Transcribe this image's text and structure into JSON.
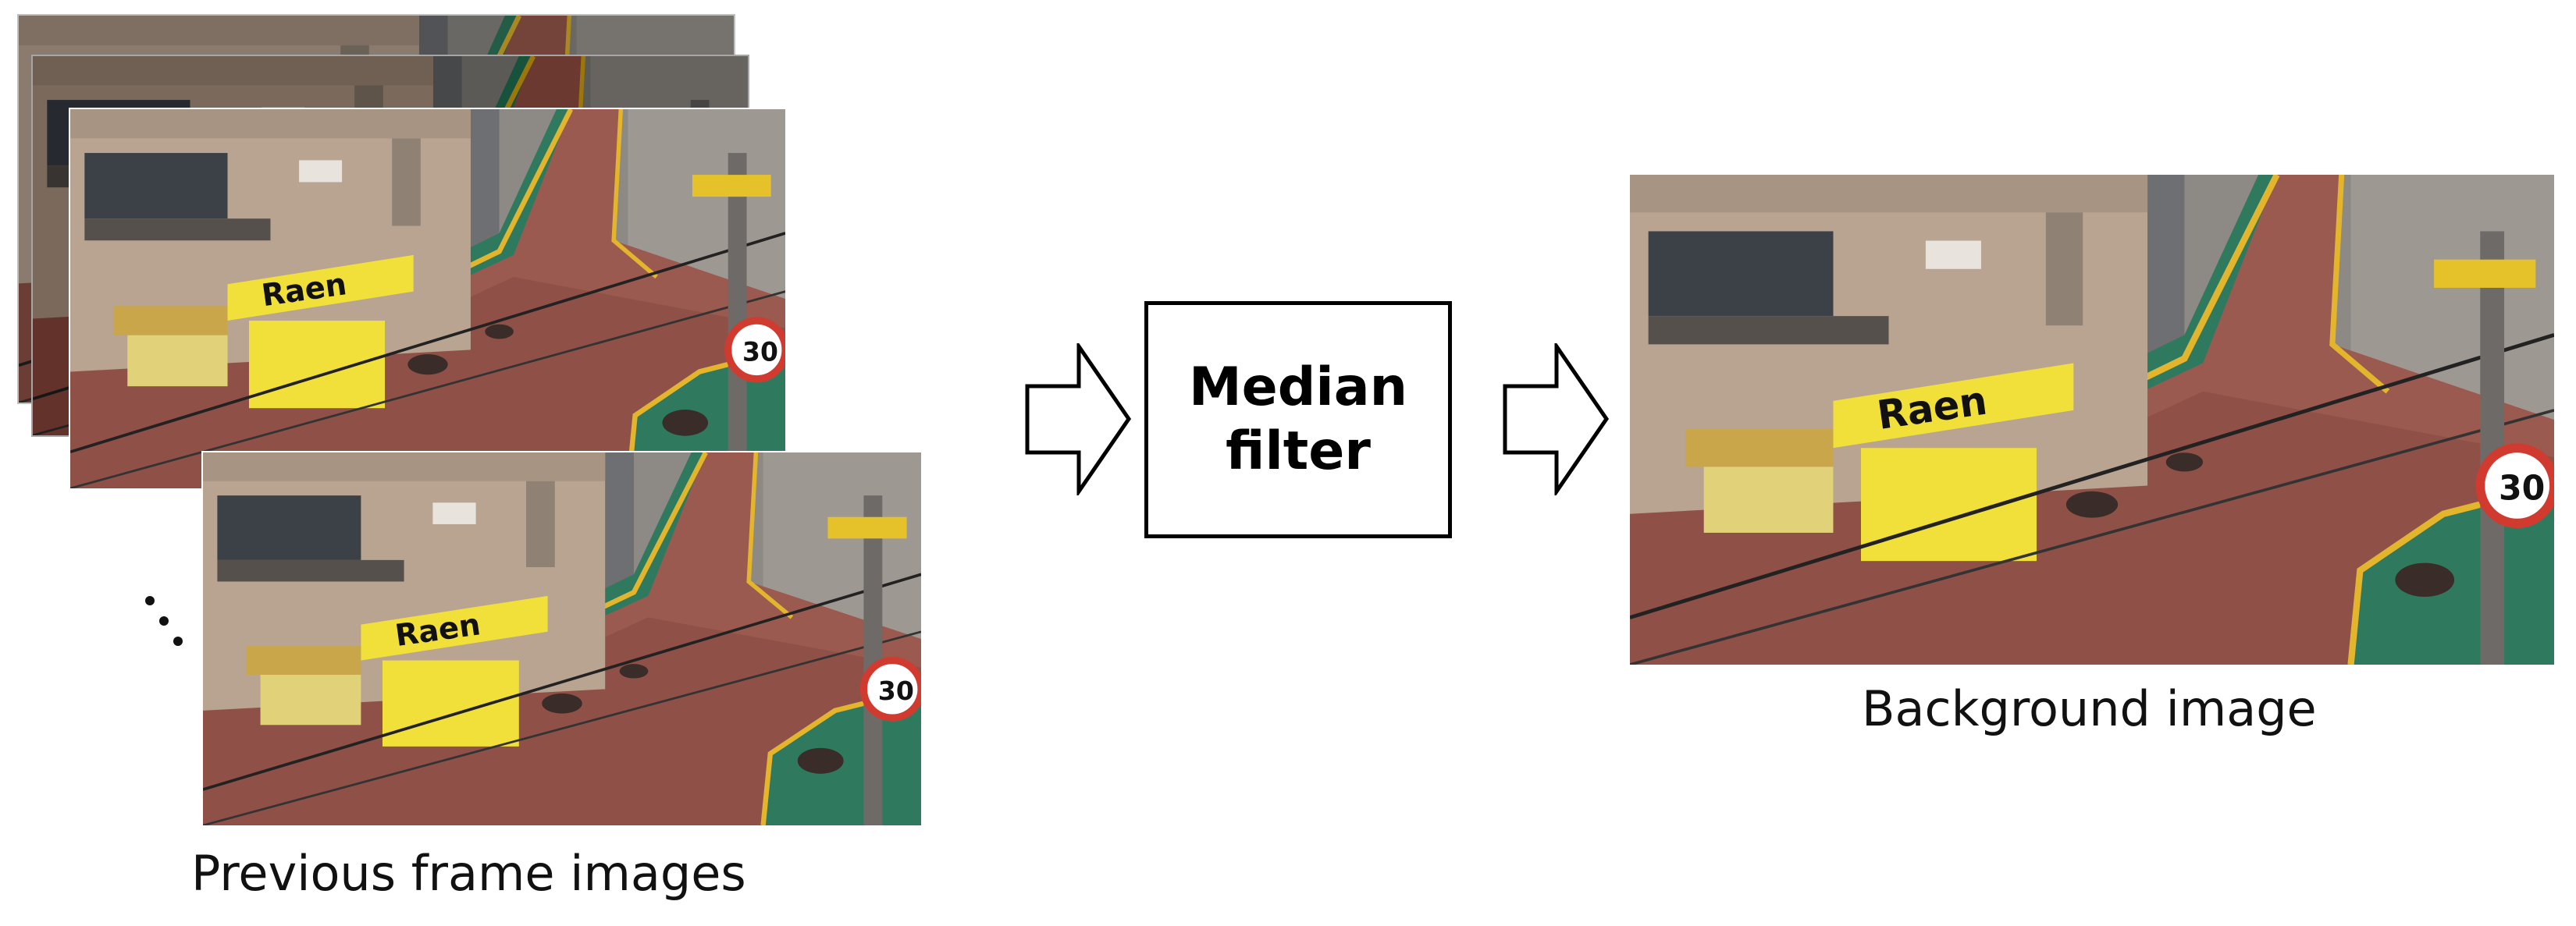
{
  "input_stack": {
    "caption": "Previous frame images",
    "frame_count_shown": 4,
    "ellipsis": "⋱",
    "storefront_sign_text": "Raen"
  },
  "filter": {
    "line1": "Median",
    "line2": "filter"
  },
  "output": {
    "caption": "Background image",
    "storefront_sign_text": "Raen"
  },
  "colors": {
    "road": "#9a5a4f",
    "curb_line": "#e3b52c",
    "sidewalk": "#2f7a5f",
    "building": "#b9a492",
    "sign": "#f1df3a",
    "arrow_stroke": "#000000"
  }
}
